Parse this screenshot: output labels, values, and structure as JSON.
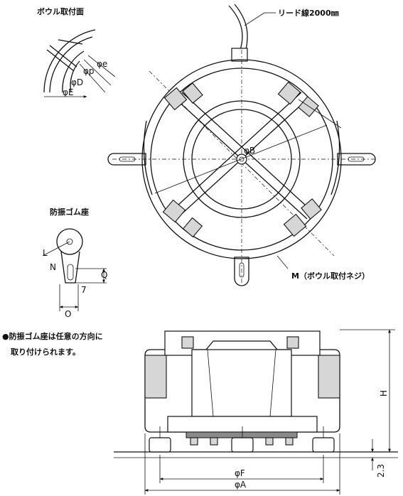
{
  "labels": {
    "bowl_mount_face": "ボウル取付面",
    "lead_wire": "リード線2000㎜",
    "anti_vibration_seat": "防振ゴム座",
    "note_line1": "●防振ゴム座は任意の方向に",
    "note_line2": "取り付けられます。",
    "bowl_screw": "M（ボウル取付ネジ）"
  },
  "dimensions": {
    "phi_b": "φB",
    "phi_d": "φD",
    "phi_e_upper": "φE",
    "phi_e_lower": "φe",
    "phi_f": "φF",
    "phi_a": "φA",
    "h": "H",
    "clearance": "2.3",
    "l": "L",
    "n": "N",
    "q": "Q",
    "o": "O",
    "seven": "7"
  }
}
